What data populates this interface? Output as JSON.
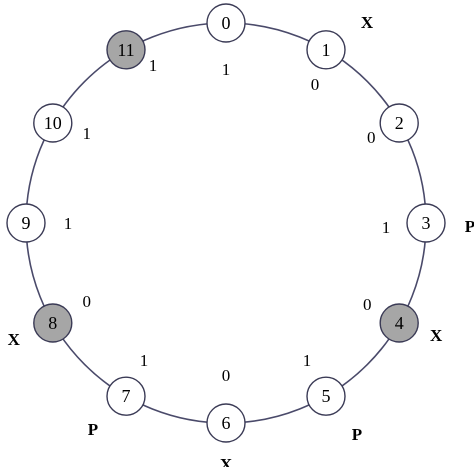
{
  "diagram": {
    "colors": {
      "ring": "#4a4a6a",
      "node_fill": "#ffffff",
      "node_fill_shaded": "#a6a6a6",
      "node_stroke": "#3a3a55",
      "text": "#000000"
    },
    "nodes": [
      {
        "id": "0",
        "shaded": false,
        "bit": "1",
        "tag": ""
      },
      {
        "id": "1",
        "shaded": false,
        "bit": "0",
        "tag": "X"
      },
      {
        "id": "2",
        "shaded": false,
        "bit": "0",
        "tag": ""
      },
      {
        "id": "3",
        "shaded": false,
        "bit": "1",
        "tag": "P"
      },
      {
        "id": "4",
        "shaded": true,
        "bit": "0",
        "tag": "X"
      },
      {
        "id": "5",
        "shaded": false,
        "bit": "1",
        "tag": "P"
      },
      {
        "id": "6",
        "shaded": false,
        "bit": "0",
        "tag": "X"
      },
      {
        "id": "7",
        "shaded": false,
        "bit": "1",
        "tag": "P"
      },
      {
        "id": "8",
        "shaded": true,
        "bit": "0",
        "tag": "X"
      },
      {
        "id": "9",
        "shaded": false,
        "bit": "1",
        "tag": ""
      },
      {
        "id": "10",
        "shaded": false,
        "bit": "1",
        "tag": ""
      },
      {
        "id": "11",
        "shaded": true,
        "bit": "1",
        "tag": ""
      }
    ]
  }
}
